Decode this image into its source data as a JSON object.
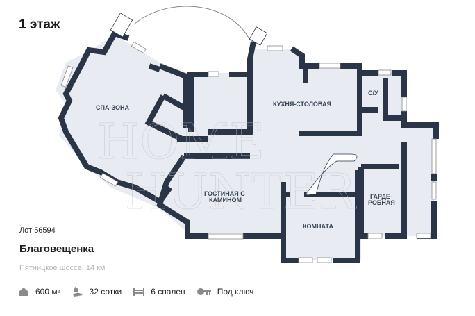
{
  "floor": {
    "title": "1 этаж"
  },
  "plan": {
    "rooms": {
      "spa": "СПА-ЗОНА",
      "kitchen": "КУХНЯ-СТОЛОВАЯ",
      "wc": "С/У",
      "living_line1": "ГОСТИНАЯ С",
      "living_line2": "КАМИНОМ",
      "room": "КОМНАТА",
      "wardrobe_line1": "ГАРДЕ-",
      "wardrobe_line2": "РОБНАЯ"
    },
    "watermark_line1": "HOME",
    "watermark_line2": "HUNTER",
    "colors": {
      "wall": "#2a3548",
      "floor": "#e8ecf2",
      "label": "#3b4556"
    }
  },
  "listing": {
    "lot": "Лот 56594",
    "village": "Благовещенка",
    "road": "Пятницкое шоссе, 14 км",
    "features": [
      {
        "icon": "house-icon",
        "value": "600 м",
        "sup": "2"
      },
      {
        "icon": "land-plot-icon",
        "value": "32 сотки"
      },
      {
        "icon": "bed-icon",
        "value": "6 спален"
      },
      {
        "icon": "key-icon",
        "value": "Под ключ"
      }
    ]
  }
}
